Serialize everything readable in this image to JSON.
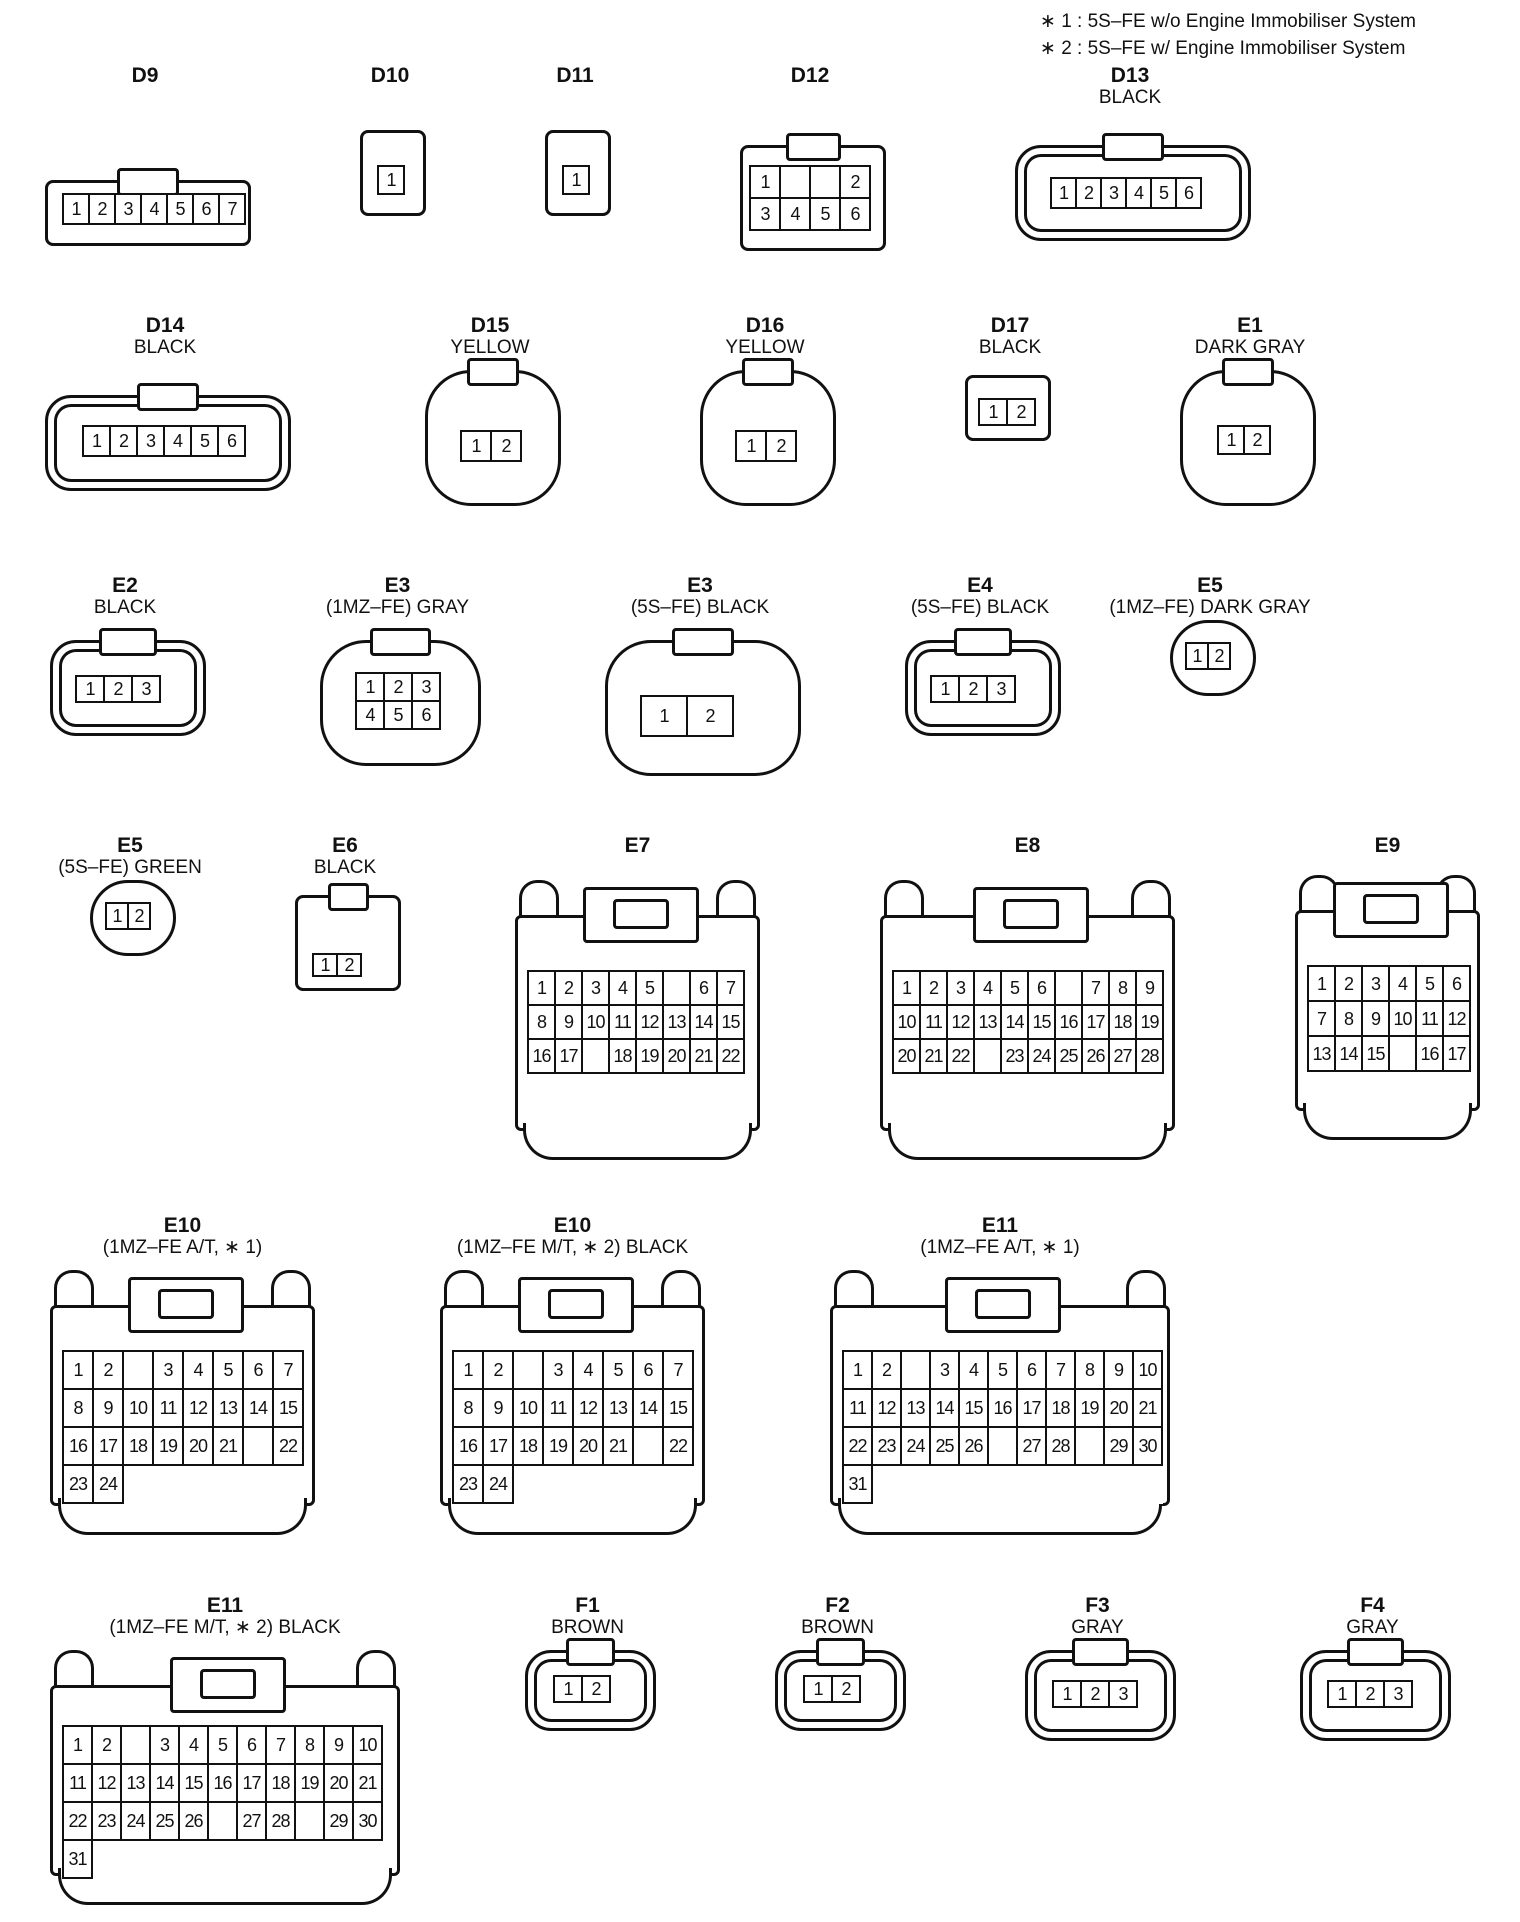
{
  "legend": {
    "line1": "∗ 1 : 5S–FE w/o Engine Immobiliser System",
    "line2": "∗ 2 : 5S–FE w/ Engine Immobiliser System"
  },
  "connectors": {
    "d9": {
      "id": "D9",
      "sub": "",
      "pins": [
        "1",
        "2",
        "3",
        "4",
        "5",
        "6",
        "7"
      ]
    },
    "d10": {
      "id": "D10",
      "sub": "",
      "pins": [
        "1"
      ]
    },
    "d11": {
      "id": "D11",
      "sub": "",
      "pins": [
        "1"
      ]
    },
    "d12": {
      "id": "D12",
      "sub": "",
      "pins": [
        "1",
        "",
        "",
        "2",
        "3",
        "4",
        "5",
        "6"
      ]
    },
    "d13": {
      "id": "D13",
      "sub": "BLACK",
      "pins": [
        "1",
        "2",
        "3",
        "4",
        "5",
        "6"
      ]
    },
    "d14": {
      "id": "D14",
      "sub": "BLACK",
      "pins": [
        "1",
        "2",
        "3",
        "4",
        "5",
        "6"
      ]
    },
    "d15": {
      "id": "D15",
      "sub": "YELLOW",
      "pins": [
        "1",
        "2"
      ]
    },
    "d16": {
      "id": "D16",
      "sub": "YELLOW",
      "pins": [
        "1",
        "2"
      ]
    },
    "d17": {
      "id": "D17",
      "sub": "BLACK",
      "pins": [
        "1",
        "2"
      ]
    },
    "e1": {
      "id": "E1",
      "sub": "DARK GRAY",
      "pins": [
        "1",
        "2"
      ]
    },
    "e2": {
      "id": "E2",
      "sub": "BLACK",
      "pins": [
        "1",
        "2",
        "3"
      ]
    },
    "e3a": {
      "id": "E3",
      "sub": "(1MZ–FE)  GRAY",
      "pins": [
        "1",
        "2",
        "3",
        "4",
        "5",
        "6"
      ]
    },
    "e3b": {
      "id": "E3",
      "sub": "(5S–FE)  BLACK",
      "pins": [
        "1",
        "2"
      ]
    },
    "e4": {
      "id": "E4",
      "sub": "(5S–FE)  BLACK",
      "pins": [
        "1",
        "2",
        "3"
      ]
    },
    "e5a": {
      "id": "E5",
      "sub": "(1MZ–FE)  DARK GRAY",
      "pins": [
        "1",
        "2"
      ]
    },
    "e5b": {
      "id": "E5",
      "sub": "(5S–FE)  GREEN",
      "pins": [
        "1",
        "2"
      ]
    },
    "e6": {
      "id": "E6",
      "sub": "BLACK",
      "pins": [
        "1",
        "2"
      ]
    },
    "e7": {
      "id": "E7",
      "sub": "",
      "pins": [
        "1",
        "2",
        "3",
        "4",
        "5",
        "",
        "6",
        "7",
        "8",
        "9",
        "10",
        "11",
        "12",
        "13",
        "14",
        "15",
        "16",
        "17",
        "",
        "18",
        "19",
        "20",
        "21",
        "22"
      ]
    },
    "e8": {
      "id": "E8",
      "sub": "",
      "pins": [
        "1",
        "2",
        "3",
        "4",
        "5",
        "6",
        "",
        "7",
        "8",
        "9",
        "10",
        "11",
        "12",
        "13",
        "14",
        "15",
        "16",
        "17",
        "18",
        "19",
        "20",
        "21",
        "22",
        "",
        "23",
        "24",
        "25",
        "26",
        "27",
        "28"
      ]
    },
    "e9": {
      "id": "E9",
      "sub": "",
      "pins": [
        "1",
        "2",
        "3",
        "4",
        "5",
        "6",
        "7",
        "8",
        "9",
        "10",
        "11",
        "12",
        "13",
        "14",
        "15",
        "",
        "16",
        "17"
      ]
    },
    "e10a": {
      "id": "E10",
      "sub": "(1MZ–FE A/T, ∗ 1)",
      "pins": [
        "1",
        "2",
        "",
        "3",
        "4",
        "5",
        "6",
        "7",
        "8",
        "9",
        "10",
        "11",
        "12",
        "13",
        "14",
        "15",
        "16",
        "17",
        "18",
        "19",
        "20",
        "21",
        "",
        "22",
        "23",
        "24"
      ]
    },
    "e10b": {
      "id": "E10",
      "sub": "(1MZ–FE M/T, ∗ 2)  BLACK",
      "pins": [
        "1",
        "2",
        "",
        "3",
        "4",
        "5",
        "6",
        "7",
        "8",
        "9",
        "10",
        "11",
        "12",
        "13",
        "14",
        "15",
        "16",
        "17",
        "18",
        "19",
        "20",
        "21",
        "",
        "22",
        "23",
        "24"
      ]
    },
    "e11a": {
      "id": "E11",
      "sub": "(1MZ–FE A/T, ∗ 1)",
      "pins": [
        "1",
        "2",
        "",
        "3",
        "4",
        "5",
        "6",
        "7",
        "8",
        "9",
        "10",
        "11",
        "12",
        "13",
        "14",
        "15",
        "16",
        "17",
        "18",
        "19",
        "20",
        "21",
        "22",
        "23",
        "24",
        "25",
        "26",
        "",
        "27",
        "28",
        "",
        "29",
        "30",
        "31"
      ]
    },
    "e11b": {
      "id": "E11",
      "sub": "(1MZ–FE M/T, ∗ 2)  BLACK",
      "pins": [
        "1",
        "2",
        "",
        "3",
        "4",
        "5",
        "6",
        "7",
        "8",
        "9",
        "10",
        "11",
        "12",
        "13",
        "14",
        "15",
        "16",
        "17",
        "18",
        "19",
        "20",
        "21",
        "22",
        "23",
        "24",
        "25",
        "26",
        "",
        "27",
        "28",
        "",
        "29",
        "30",
        "31"
      ]
    },
    "f1": {
      "id": "F1",
      "sub": "BROWN",
      "pins": [
        "1",
        "2"
      ]
    },
    "f2": {
      "id": "F2",
      "sub": "BROWN",
      "pins": [
        "1",
        "2"
      ]
    },
    "f3": {
      "id": "F3",
      "sub": "GRAY",
      "pins": [
        "1",
        "2",
        "3"
      ]
    },
    "f4": {
      "id": "F4",
      "sub": "GRAY",
      "pins": [
        "1",
        "2",
        "3"
      ]
    }
  }
}
